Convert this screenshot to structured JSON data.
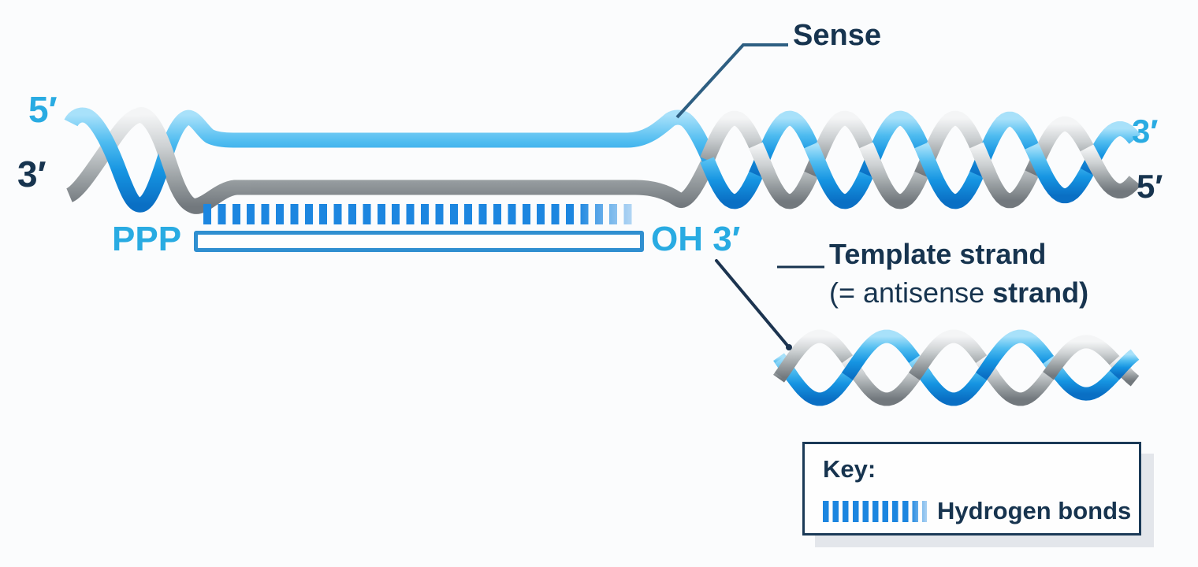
{
  "colors": {
    "light_blue_text": "#29ABE2",
    "dark_navy_text": "#17344F",
    "hydrogen_bond_blue": "#1C86E0",
    "transcript_outline_blue": "#2F8FD0",
    "sense_ribbon_blue": "#1695E2",
    "template_ribbon_gray": "#9AA0A3"
  },
  "strand_labels": {
    "sense_5_prime_left": "5′",
    "antisense_3_prime_left": "3′",
    "sense_3_prime_right": "3′",
    "antisense_5_prime_right": "5′"
  },
  "annotations": {
    "sense": "Sense",
    "template_line1": "Template strand",
    "template_line2_regular": "(= antisense ",
    "template_line2_bold": "strand)"
  },
  "transcript": {
    "ppp": "PPP",
    "oh": "OH 3′"
  },
  "key": {
    "title": "Key:",
    "hydrogen_bonds_label": "Hydrogen bonds"
  }
}
